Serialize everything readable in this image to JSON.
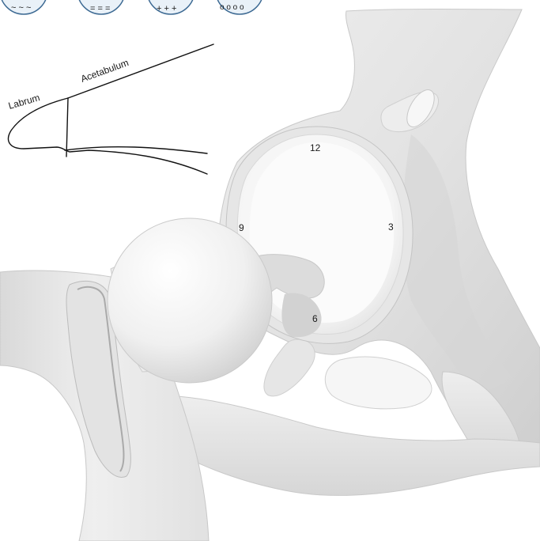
{
  "legend_icons": [
    {
      "name": "wave-pattern-icon",
      "glyph": "~ ~ ~"
    },
    {
      "name": "dash-pattern-icon",
      "glyph": "= = ="
    },
    {
      "name": "plus-pattern-icon",
      "glyph": "+ + +"
    },
    {
      "name": "circle-pattern-icon",
      "glyph": "o o o o"
    }
  ],
  "inset": {
    "label_labrum": "Labrum",
    "label_acetabulum": "Acetabulum"
  },
  "clock_face": {
    "twelve": "12",
    "three": "3",
    "six": "6",
    "nine": "9"
  },
  "colors": {
    "bone_light": "#f2f2f2",
    "bone_mid": "#dcdcdc",
    "bone_dark": "#bdbdbd",
    "outline": "#111111",
    "icon_stroke": "#3d6a93",
    "icon_fill": "#e9f1f8"
  }
}
